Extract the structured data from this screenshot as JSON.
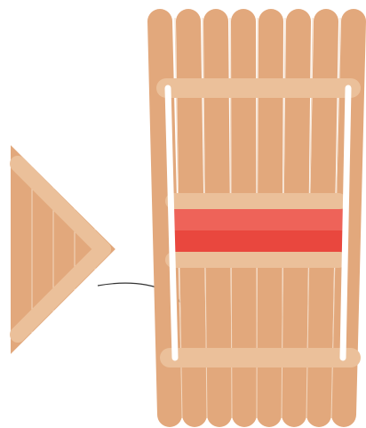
{
  "palette": {
    "stick": "#E2A87C",
    "stick_light": "#EBC09A",
    "stick_line": "#F3D8C0",
    "band_top": "#EE6359",
    "band_bottom": "#E9473E",
    "wire": "#FFFFFF",
    "arrow": "#333333"
  },
  "icons": {
    "left_piece": "triangle-stick-piece",
    "right_piece": "hourglass-stick-frame",
    "connector": "curved-arrow"
  }
}
